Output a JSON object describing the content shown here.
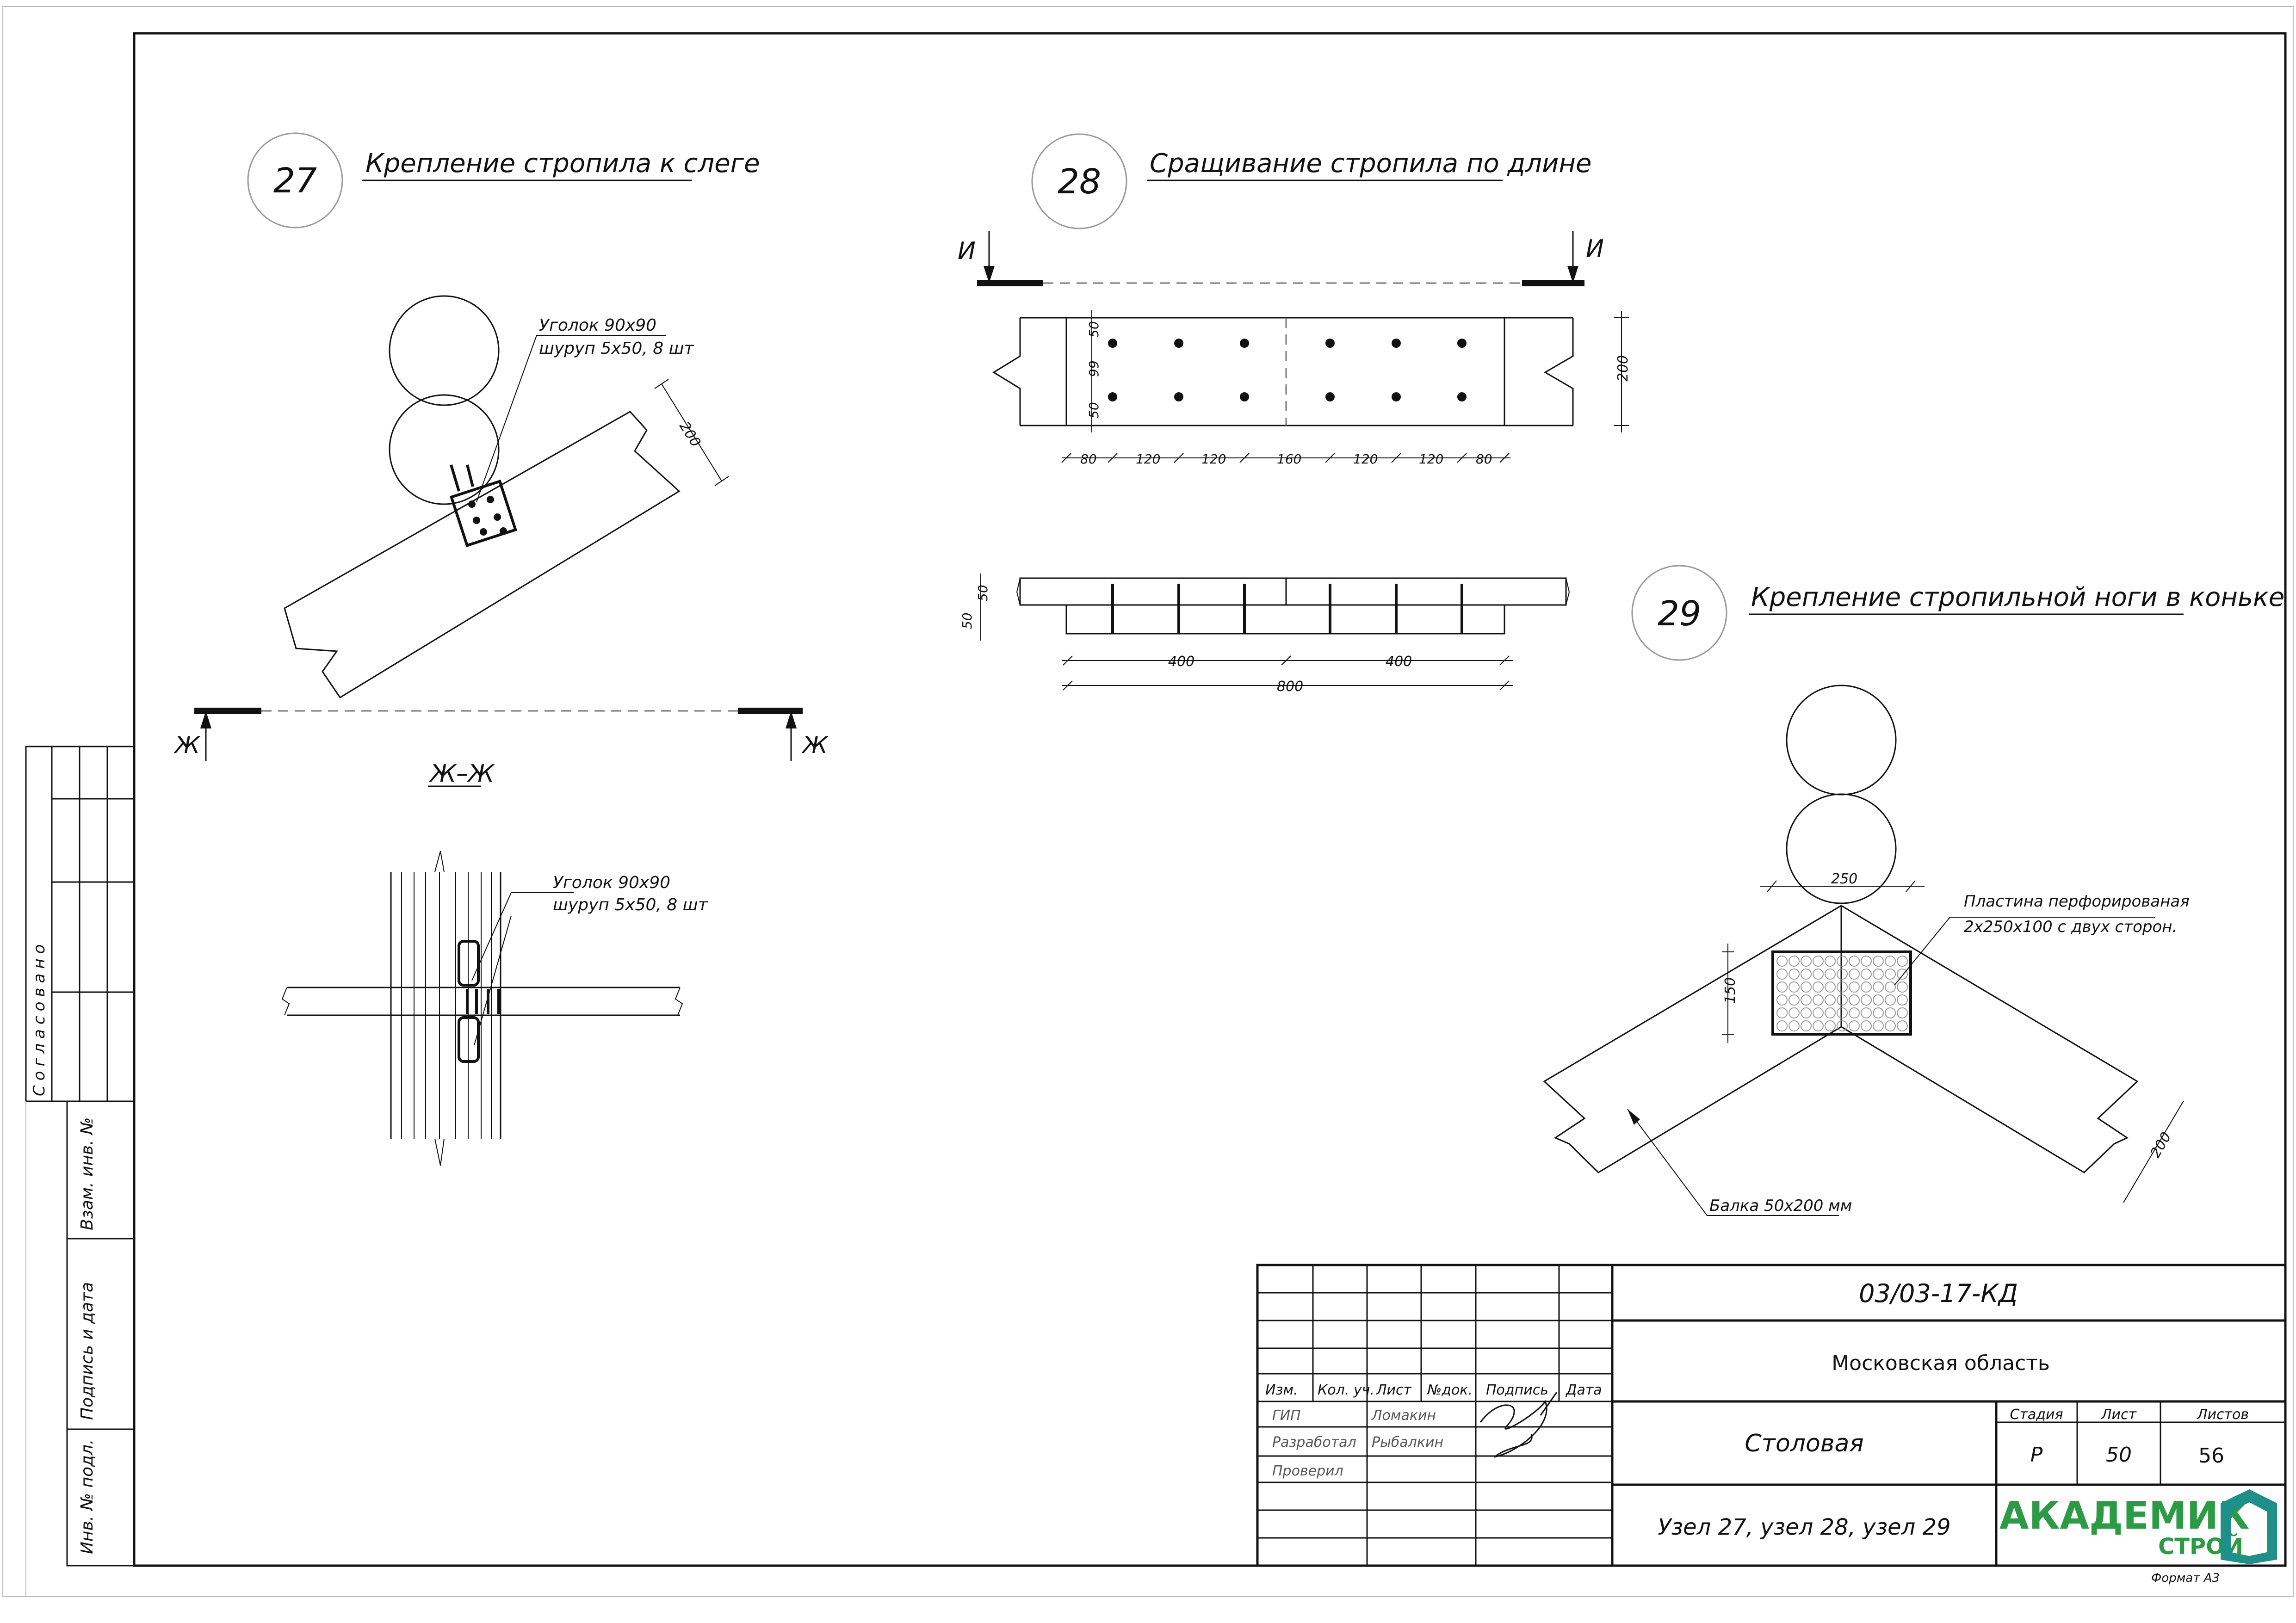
{
  "details": {
    "d27": {
      "number": "27",
      "title": "Крепление стропила к слеге",
      "callout_line1": "Уголок 90х90",
      "callout_line2": "шуруп 5х50, 8 шт",
      "dim_beam": "200",
      "section_mark": "Ж",
      "section_title": "Ж–Ж",
      "section_callout_line1": "Уголок 90х90",
      "section_callout_line2": "шуруп 5х50, 8 шт"
    },
    "d28": {
      "number": "28",
      "title": "Сращивание стропила по длине",
      "section_mark": "И",
      "dim_height": "200",
      "dims_vertical": [
        "50",
        "99",
        "50"
      ],
      "dims_horizontal": [
        "80",
        "120",
        "120",
        "160",
        "120",
        "120",
        "80"
      ],
      "dims_side": [
        "50",
        "50"
      ],
      "dims_bottom": [
        "400",
        "400"
      ],
      "dim_total": "800"
    },
    "d29": {
      "number": "29",
      "title": "Крепление стропильной ноги в коньке",
      "dim_top": "250",
      "dim_plate": "150",
      "dim_beam": "200",
      "plate_line1": "Пластина перфорированая",
      "plate_line2": "2х250х100 с двух сторон.",
      "beam_label": "Балка 50х200 мм"
    }
  },
  "side_stamp": {
    "agreed": "Согласовано",
    "ref_no": "Взам. инв. №",
    "sign_date": "Подпись и дата",
    "inv_no": "Инв. № подл."
  },
  "title_block": {
    "doc_code": "03/03-17-КД",
    "region": "Московская область",
    "object": "Столовая",
    "sheet_title": "Узел 27, узел 28, узел 29",
    "col_headers": [
      "Изм.",
      "Кол. уч.",
      "Лист",
      "№док.",
      "Подпись",
      "Дата"
    ],
    "staff": [
      {
        "role": "ГИП",
        "name": "Ломакин"
      },
      {
        "role": "Разработал",
        "name": "Рыбалкин"
      },
      {
        "role": "Проверил",
        "name": ""
      }
    ],
    "stage_label": "Стадия",
    "sheet_label": "Лист",
    "sheets_label": "Листов",
    "stage": "Р",
    "sheet": "50",
    "sheets": "56",
    "format": "Формат А3",
    "logo_main": "АКАДЕМИК",
    "logo_sub": "СТРОЙ"
  },
  "colors": {
    "ink": "#111111",
    "logo_green": "#2d9a46",
    "logo_teal": "#1f8f8a"
  }
}
